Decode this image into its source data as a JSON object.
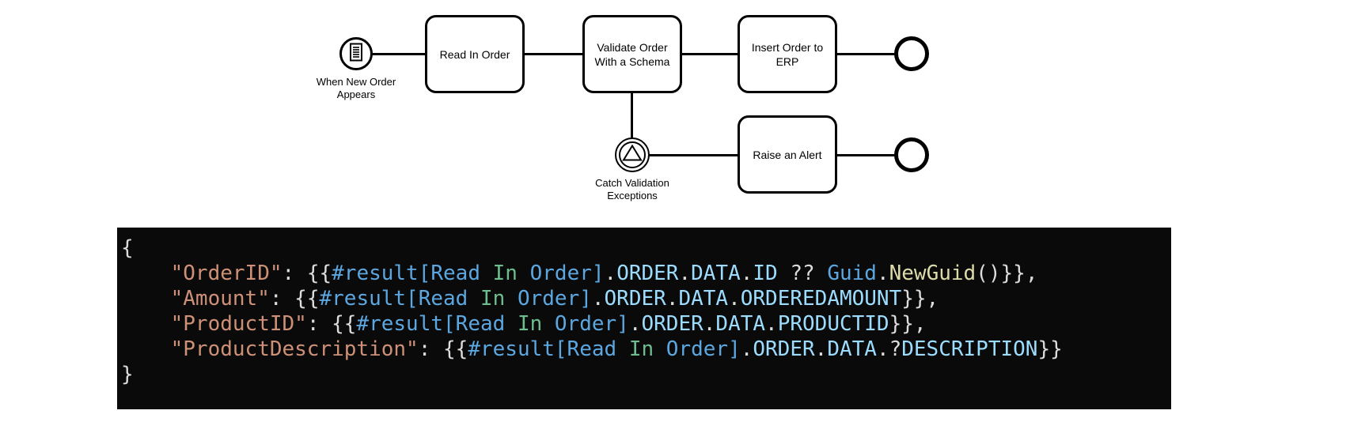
{
  "diagram": {
    "stroke_color": "#000000",
    "start_event": {
      "icon": "document-icon",
      "label": [
        "When New Order",
        "Appears"
      ]
    },
    "tasks": {
      "read_in_order": {
        "line1": "Read In Order",
        "line2": ""
      },
      "validate_order": {
        "line1": "Validate Order",
        "line2": "With a Schema"
      },
      "insert_order_erp": {
        "line1": "Insert Order to",
        "line2": "ERP"
      },
      "raise_alert": {
        "line1": "Raise an Alert",
        "line2": ""
      }
    },
    "catch_event": {
      "icon": "triangle-icon",
      "label": [
        "Catch Validation",
        "Exceptions"
      ]
    }
  },
  "code_block": {
    "background": "#0A0A0A",
    "colors": {
      "plain": "#DCDCDC",
      "string": "#CE9178",
      "keyword": "#5CA7E0",
      "property": "#9CDCFE",
      "function": "#DCDCAA",
      "green": "#6DBD8F"
    },
    "lines": [
      [
        {
          "t": "{",
          "c": "plain"
        }
      ],
      [
        {
          "t": "    ",
          "c": "plain"
        },
        {
          "t": "\"OrderID\"",
          "c": "string"
        },
        {
          "t": ": {{",
          "c": "plain"
        },
        {
          "t": "#result[Read",
          "c": "keyword"
        },
        {
          "t": " ",
          "c": "plain"
        },
        {
          "t": "In",
          "c": "green"
        },
        {
          "t": " ",
          "c": "plain"
        },
        {
          "t": "Order]",
          "c": "keyword"
        },
        {
          "t": ".",
          "c": "plain"
        },
        {
          "t": "ORDER",
          "c": "property"
        },
        {
          "t": ".",
          "c": "plain"
        },
        {
          "t": "DATA",
          "c": "property"
        },
        {
          "t": ".",
          "c": "plain"
        },
        {
          "t": "ID",
          "c": "property"
        },
        {
          "t": " ?? ",
          "c": "plain"
        },
        {
          "t": "Guid",
          "c": "keyword"
        },
        {
          "t": ".",
          "c": "plain"
        },
        {
          "t": "NewGuid",
          "c": "function"
        },
        {
          "t": "()}},",
          "c": "plain"
        }
      ],
      [
        {
          "t": "    ",
          "c": "plain"
        },
        {
          "t": "\"Amount\"",
          "c": "string"
        },
        {
          "t": ": {{",
          "c": "plain"
        },
        {
          "t": "#result[Read",
          "c": "keyword"
        },
        {
          "t": " ",
          "c": "plain"
        },
        {
          "t": "In",
          "c": "green"
        },
        {
          "t": " ",
          "c": "plain"
        },
        {
          "t": "Order]",
          "c": "keyword"
        },
        {
          "t": ".",
          "c": "plain"
        },
        {
          "t": "ORDER",
          "c": "property"
        },
        {
          "t": ".",
          "c": "plain"
        },
        {
          "t": "DATA",
          "c": "property"
        },
        {
          "t": ".",
          "c": "plain"
        },
        {
          "t": "ORDEREDAMOUNT",
          "c": "property"
        },
        {
          "t": "}},",
          "c": "plain"
        }
      ],
      [
        {
          "t": "    ",
          "c": "plain"
        },
        {
          "t": "\"ProductID\"",
          "c": "string"
        },
        {
          "t": ": {{",
          "c": "plain"
        },
        {
          "t": "#result[Read",
          "c": "keyword"
        },
        {
          "t": " ",
          "c": "plain"
        },
        {
          "t": "In",
          "c": "green"
        },
        {
          "t": " ",
          "c": "plain"
        },
        {
          "t": "Order]",
          "c": "keyword"
        },
        {
          "t": ".",
          "c": "plain"
        },
        {
          "t": "ORDER",
          "c": "property"
        },
        {
          "t": ".",
          "c": "plain"
        },
        {
          "t": "DATA",
          "c": "property"
        },
        {
          "t": ".",
          "c": "plain"
        },
        {
          "t": "PRODUCTID",
          "c": "property"
        },
        {
          "t": "}},",
          "c": "plain"
        }
      ],
      [
        {
          "t": "    ",
          "c": "plain"
        },
        {
          "t": "\"ProductDescription\"",
          "c": "string"
        },
        {
          "t": ": {{",
          "c": "plain"
        },
        {
          "t": "#result[Read",
          "c": "keyword"
        },
        {
          "t": " ",
          "c": "plain"
        },
        {
          "t": "In",
          "c": "green"
        },
        {
          "t": " ",
          "c": "plain"
        },
        {
          "t": "Order]",
          "c": "keyword"
        },
        {
          "t": ".",
          "c": "plain"
        },
        {
          "t": "ORDER",
          "c": "property"
        },
        {
          "t": ".",
          "c": "plain"
        },
        {
          "t": "DATA",
          "c": "property"
        },
        {
          "t": ".?",
          "c": "plain"
        },
        {
          "t": "DESCRIPTION",
          "c": "property"
        },
        {
          "t": "}}",
          "c": "plain"
        }
      ],
      [
        {
          "t": "}",
          "c": "plain"
        }
      ]
    ]
  }
}
